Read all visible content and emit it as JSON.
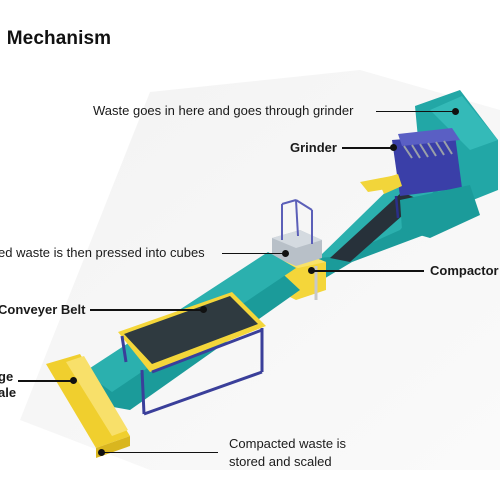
{
  "title": "l Mechanism",
  "labels": {
    "input": "Waste goes in here and goes through grinder",
    "grinder": "Grinder",
    "pressed": "ed waste is then pressed into cubes",
    "compactor": "Compactor",
    "conveyer": "Conveyer Belt",
    "storage_line1": "ge",
    "storage_line2": "ale",
    "stored_line1": "Compacted waste is",
    "stored_line2": "stored and scaled"
  },
  "colors": {
    "teal": "#1fa3a3",
    "yellow": "#f4d63a",
    "blue": "#2d2d9a",
    "belt": "#2f3a40"
  }
}
